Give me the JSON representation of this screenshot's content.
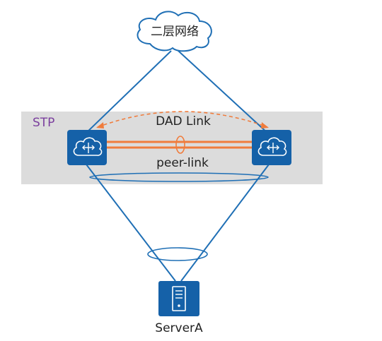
{
  "cloud": {
    "label": "二层网络"
  },
  "stp_region": {
    "label": "STP"
  },
  "links": {
    "dad_label": "DAD Link",
    "peer_label": "peer-link"
  },
  "server": {
    "label": "ServerA"
  },
  "colors": {
    "link_blue": "#1f6fb5",
    "device_blue": "#1561a8",
    "peer_orange": "#f07c3c",
    "stp_purple": "#7b3f9e",
    "stp_bg": "#dcdcdc"
  },
  "icons": {
    "switch": "cloud-switch-icon",
    "server": "server-icon",
    "cloud": "cloud-icon"
  }
}
